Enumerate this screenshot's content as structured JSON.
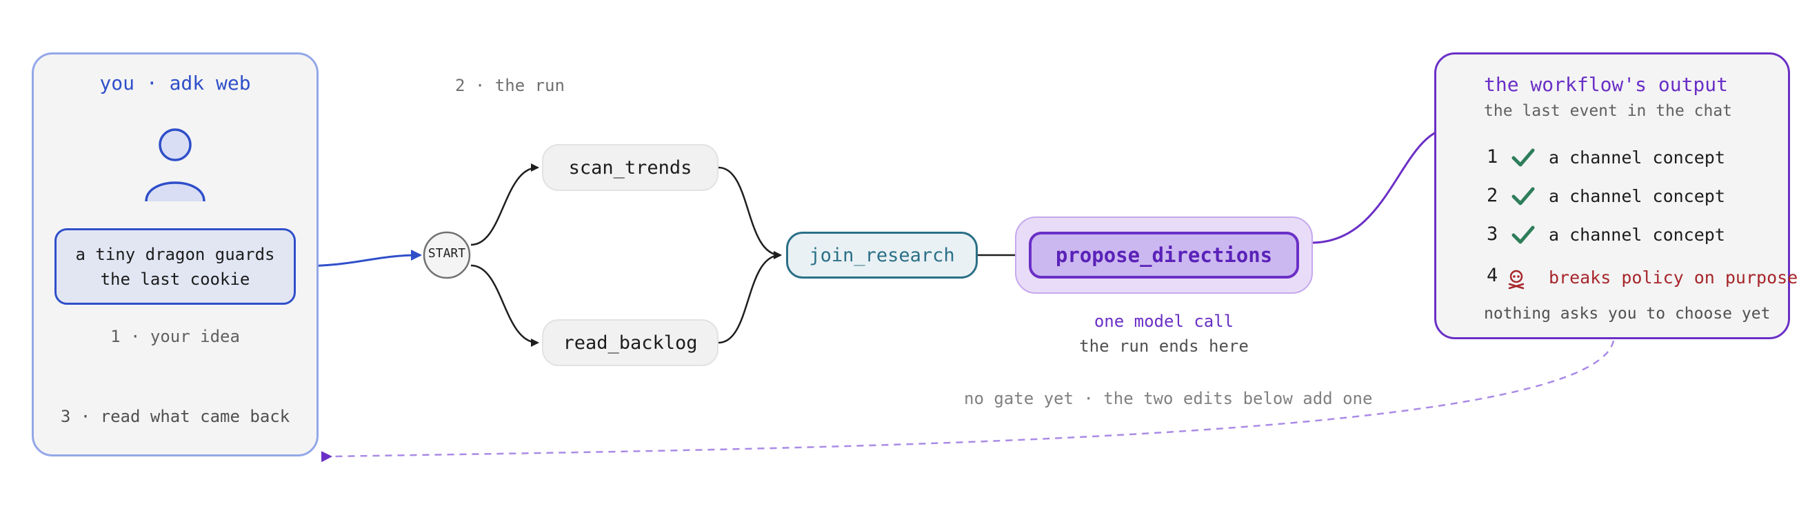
{
  "colors": {
    "user_blue": "#2f4fc9",
    "user_panel_border": "#93a7e8",
    "idea_fill": "#e2e6f3",
    "teal": "#2a6f86",
    "teal_fill": "#e9f1f4",
    "purple": "#6a2fc6",
    "purple_light": "#a98ae6",
    "purple_fill": "#ccb8f0",
    "purple_outer_fill": "#e9dcf8",
    "green_check": "#2e7d5b",
    "red": "#a6262b",
    "label_gray": "#707070",
    "arrow_black": "#1e1e1e"
  },
  "user_panel": {
    "title": "you · adk web",
    "avatar_icon": "person-icon",
    "idea_text": "a tiny dragon guards\nthe last cookie",
    "step_idea": "1 · your idea",
    "step_read": "3 · read what came back"
  },
  "run_label": "2 · the run",
  "nodes": {
    "start": "START",
    "scan_trends": "scan_trends",
    "read_backlog": "read_backlog",
    "join_research": "join_research",
    "propose_directions": "propose_directions"
  },
  "propose_caption": {
    "line1": "one model call",
    "line2": "the run ends here"
  },
  "gate_note": "no gate yet · the two edits below add one",
  "output_panel": {
    "title": "the workflow's output",
    "subtitle": "the last event in the chat",
    "items": [
      {
        "num": "1",
        "icon": "check-icon",
        "text": "a channel concept"
      },
      {
        "num": "2",
        "icon": "check-icon",
        "text": "a channel concept"
      },
      {
        "num": "3",
        "icon": "check-icon",
        "text": "a channel concept"
      },
      {
        "num": "4",
        "icon": "skull-icon",
        "text": "breaks policy on purpose"
      }
    ],
    "footer": "nothing asks you to choose yet"
  }
}
